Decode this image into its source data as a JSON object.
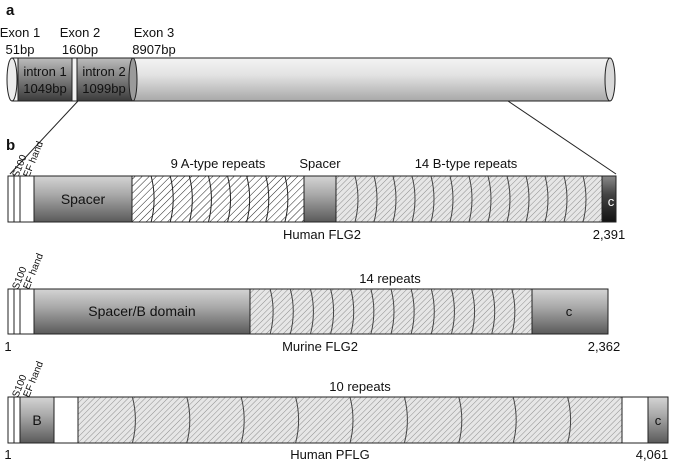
{
  "panel_a": {
    "letter": "a",
    "exons": [
      {
        "name": "Exon 1",
        "size": "51bp"
      },
      {
        "name": "Exon 2",
        "size": "160bp"
      },
      {
        "name": "Exon 3",
        "size": "8907bp"
      }
    ],
    "introns": [
      {
        "name": "intron 1",
        "size": "1049bp"
      },
      {
        "name": "intron 2",
        "size": "1099bp"
      }
    ]
  },
  "panel_b": {
    "letter": "b",
    "human_flg2": {
      "s100": "S100",
      "ef_hand": "EF hand",
      "spacer_left": "Spacer",
      "a_repeats_label": "9 A-type repeats",
      "spacer_mid_label": "Spacer",
      "b_repeats_label": "14 B-type repeats",
      "c_label": "c",
      "name": "Human FLG2",
      "end": "2,391",
      "a_repeat_count": 9,
      "b_repeat_count": 14
    },
    "murine_flg2": {
      "s100": "S100",
      "ef_hand": "EF hand",
      "spacer_label": "Spacer/B domain",
      "repeats_label": "14 repeats",
      "c_label": "c",
      "start": "1",
      "name": "Murine FLG2",
      "end": "2,362",
      "repeat_count": 14
    },
    "human_pflg": {
      "s100": "S100",
      "ef_hand": "EF hand",
      "b_label": "B",
      "repeats_label": "10 repeats",
      "c_label": "c",
      "start": "1",
      "name": "Human PFLG",
      "end": "4,061",
      "repeat_count": 10
    }
  }
}
